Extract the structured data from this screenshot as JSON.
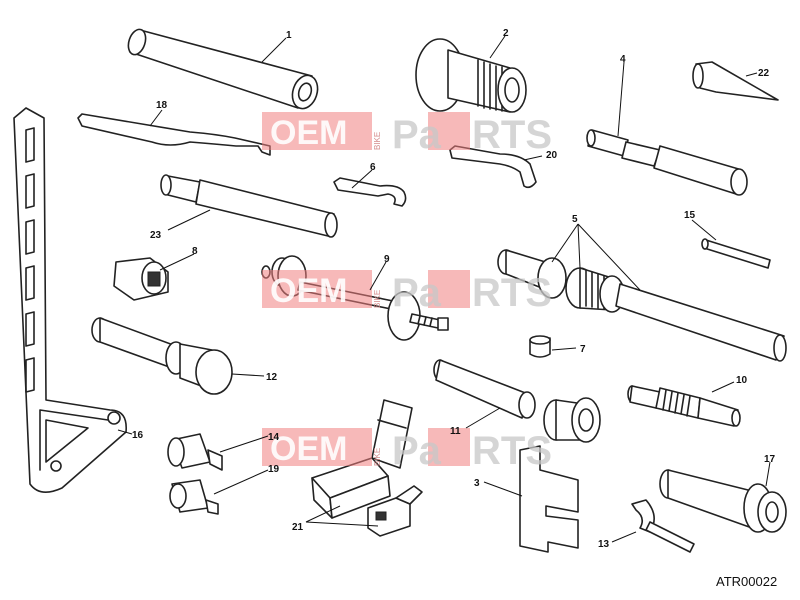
{
  "diagram": {
    "code": "ATR00022",
    "callouts": [
      "1",
      "2",
      "3",
      "4",
      "5",
      "6",
      "7",
      "8",
      "9",
      "10",
      "11",
      "12",
      "13",
      "14",
      "15",
      "16",
      "17",
      "18",
      "19",
      "20",
      "21",
      "22",
      "23"
    ]
  },
  "watermark": {
    "brand_left": "OEM",
    "brand_mid": "BIKE",
    "brand_right_a": "Pa",
    "brand_right_b": "RTS",
    "color": "#f08080"
  }
}
